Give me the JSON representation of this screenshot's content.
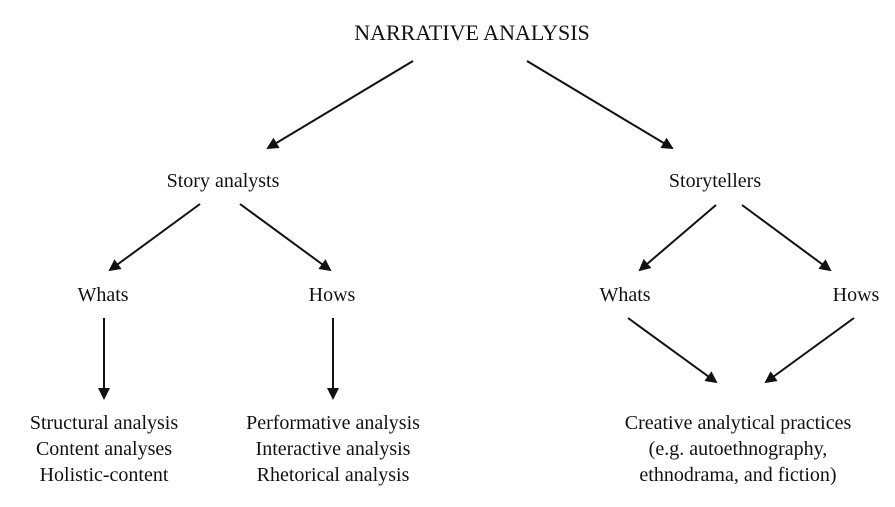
{
  "diagram": {
    "title": "NARRATIVE ANALYSIS",
    "left_branch": {
      "label": "Story analysts",
      "whats": {
        "label": "Whats",
        "items": [
          "Structural analysis",
          "Content analyses",
          "Holistic-content"
        ]
      },
      "hows": {
        "label": "Hows",
        "items": [
          "Performative analysis",
          "Interactive analysis",
          "Rhetorical analysis"
        ]
      }
    },
    "right_branch": {
      "label": "Storytellers",
      "whats": {
        "label": "Whats"
      },
      "hows": {
        "label": "Hows"
      },
      "outcome": {
        "lines": [
          "Creative analytical practices",
          "(e.g. autoethnography,",
          "ethnodrama, and fiction)"
        ]
      }
    }
  },
  "colors": {
    "text": "#111111",
    "arrow": "#111111",
    "background": "#ffffff"
  }
}
